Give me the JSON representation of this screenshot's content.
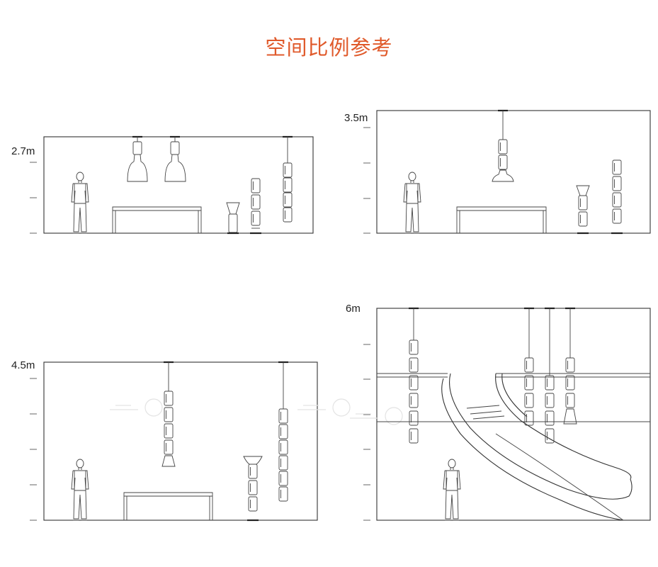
{
  "title": "空间比例参考",
  "accent_color": "#e05a2b",
  "scenes": [
    {
      "id": "scene-1",
      "ceiling_height_label": "2.7m"
    },
    {
      "id": "scene-2",
      "ceiling_height_label": "3.5m"
    },
    {
      "id": "scene-3",
      "ceiling_height_label": "4.5m"
    },
    {
      "id": "scene-4",
      "ceiling_height_label": "6m"
    }
  ]
}
